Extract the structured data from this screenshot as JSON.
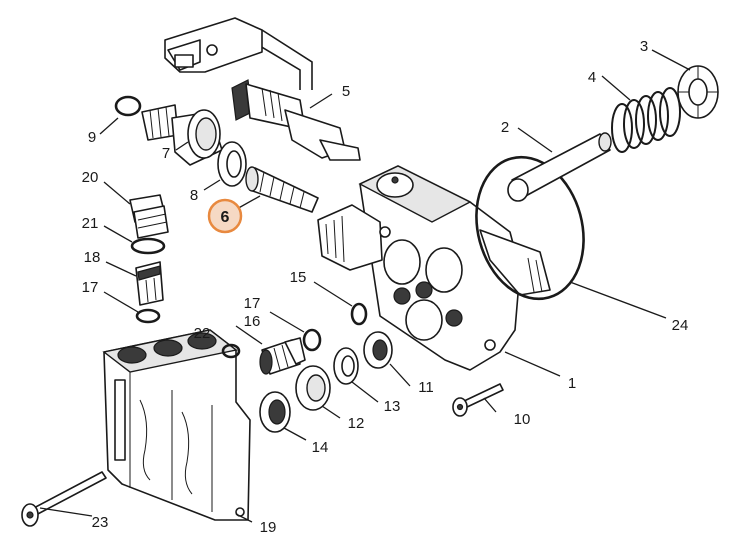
{
  "diagram": {
    "highlight": {
      "part": "6",
      "color": "#e8893f",
      "fill": "#f6d9c4"
    },
    "labels": {
      "p1": "1",
      "p2": "2",
      "p3": "3",
      "p4": "4",
      "p5": "5",
      "p6": "6",
      "p7": "7",
      "p8": "8",
      "p9": "9",
      "p10": "10",
      "p11": "11",
      "p12": "12",
      "p13": "13",
      "p14": "14",
      "p15": "15",
      "p16": "16",
      "p17a": "17",
      "p17b": "17",
      "p18": "18",
      "p19": "19",
      "p20": "20",
      "p21": "21",
      "p22": "22",
      "p23": "23",
      "p24": "24"
    }
  }
}
